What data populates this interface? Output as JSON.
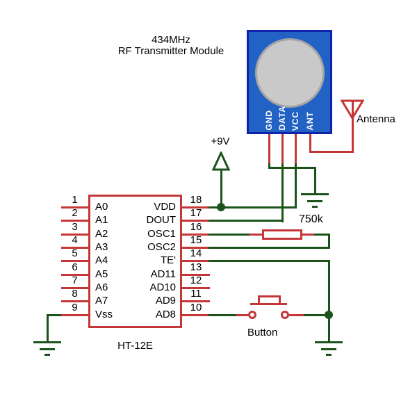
{
  "header": {
    "title_line1": "434MHz",
    "title_line2": "RF Transmitter Module"
  },
  "rf_module": {
    "pin_labels": [
      "GND",
      "DATA",
      "VCC",
      "ANT"
    ]
  },
  "antenna_label": "Antenna",
  "power_label": "+9V",
  "ic": {
    "name": "HT-12E",
    "left_pins": [
      {
        "number": "1",
        "label": "A0"
      },
      {
        "number": "2",
        "label": "A1"
      },
      {
        "number": "3",
        "label": "A2"
      },
      {
        "number": "4",
        "label": "A3"
      },
      {
        "number": "5",
        "label": "A4"
      },
      {
        "number": "6",
        "label": "A5"
      },
      {
        "number": "7",
        "label": "A6"
      },
      {
        "number": "8",
        "label": "A7"
      },
      {
        "number": "9",
        "label": "Vss"
      }
    ],
    "right_pins": [
      {
        "number": "18",
        "label": "VDD"
      },
      {
        "number": "17",
        "label": "DOUT"
      },
      {
        "number": "16",
        "label": "OSC1"
      },
      {
        "number": "15",
        "label": "OSC2"
      },
      {
        "number": "14",
        "label": "TE'"
      },
      {
        "number": "13",
        "label": "AD11"
      },
      {
        "number": "12",
        "label": "AD10"
      },
      {
        "number": "11",
        "label": "AD9"
      },
      {
        "number": "10",
        "label": "AD8"
      }
    ]
  },
  "resistor_value": "750k",
  "button_label": "Button",
  "colors": {
    "wire_red": "#c53638",
    "wire_green": "#1b531b",
    "module_fill": "#2262c5",
    "module_border": "#0e23a8",
    "circle_fill": "#c9c9c9",
    "circle_border": "#a5a5a5",
    "background": "#ffffff",
    "text": "#000000"
  }
}
